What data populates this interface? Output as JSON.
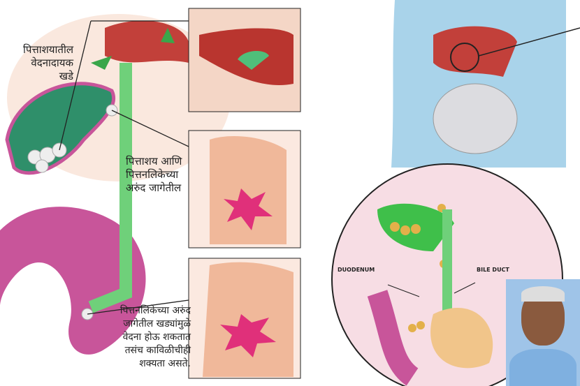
{
  "labels": {
    "gallbladder_stones": [
      "पित्ताशयातील",
      "वेदनादायक",
      "खडे"
    ],
    "narrow_junction": [
      "पित्ताशय आणि",
      "पित्तनलिकेच्या",
      "अरुंद जागेतील"
    ],
    "duct_stones": [
      "पित्तनलिकेच्या अरुंद",
      "जागेतील खड्यांमुळे",
      "वेदना होऊ शकतात",
      "तसंच काविळीचीही",
      "शक्यता असते."
    ]
  },
  "diagram_labels": {
    "duodenum": "DUODENUM",
    "bile_duct": "BILE DUCT"
  },
  "colors": {
    "bile": "#6fd07a",
    "gallbladder": "#2f8f6a",
    "intestine": "#c8559a",
    "skin": "#f0b89a",
    "silhouette": "#a9d3ea"
  }
}
